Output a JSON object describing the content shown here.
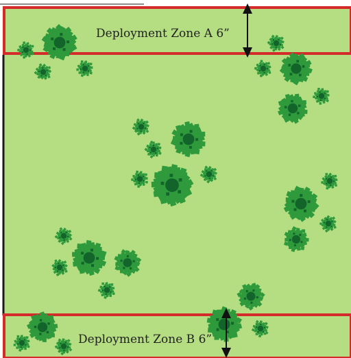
{
  "deployment_zones": [
    {
      "id": "a",
      "label": "Deployment Zone A 6”"
    },
    {
      "id": "b",
      "label": "Deployment Zone B 6”"
    }
  ],
  "colors": {
    "field": "#b5dd82",
    "zone_border": "#d42a2a",
    "edge": "#1b1b1b",
    "tree_outer": "#2f9a3c",
    "tree_inner": "#13642b",
    "arrow": "#111111"
  },
  "terrain_icon": "tree-cluster-icon"
}
